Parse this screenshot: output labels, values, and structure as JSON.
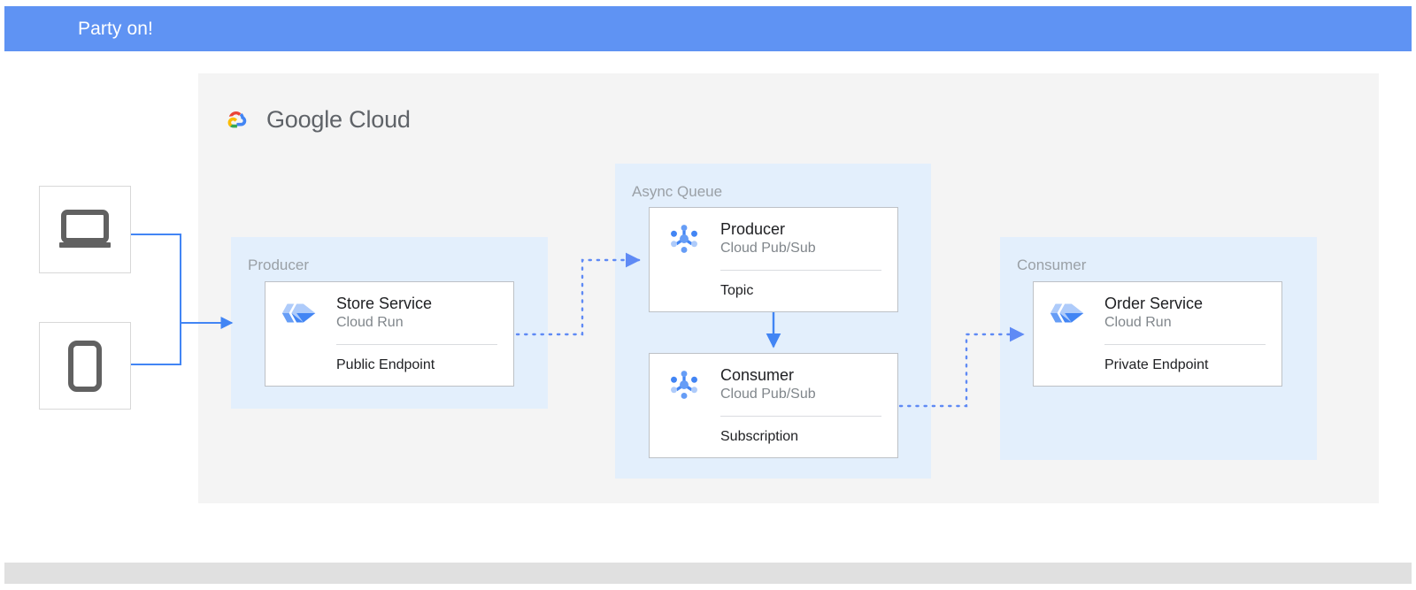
{
  "header": {
    "title": "Party on!",
    "bar_color": "#5f93f3"
  },
  "footer": {
    "bar_color": "#e0e0e0"
  },
  "platform": {
    "panel_label": "Google Cloud",
    "panel_color": "#f4f4f4",
    "logo_colors": {
      "red": "#ea4335",
      "yellow": "#fbbc04",
      "green": "#34a853",
      "blue": "#4285f4"
    }
  },
  "groups": [
    {
      "id": "producer",
      "label": "Producer",
      "color": "#e3effc"
    },
    {
      "id": "async-queue",
      "label": "Async Queue",
      "color": "#e3effc"
    },
    {
      "id": "consumer",
      "label": "Consumer",
      "color": "#e3effc"
    }
  ],
  "clients": [
    {
      "id": "laptop",
      "icon": "laptop-icon"
    },
    {
      "id": "mobile",
      "icon": "mobile-phone-icon"
    }
  ],
  "cards": {
    "store_service": {
      "title": "Store Service",
      "subtitle": "Cloud Run",
      "footer": "Public Endpoint",
      "icon": "cloud-run-icon"
    },
    "pubsub_producer": {
      "title": "Producer",
      "subtitle": "Cloud Pub/Sub",
      "footer": "Topic",
      "icon": "cloud-pubsub-icon"
    },
    "pubsub_consumer": {
      "title": "Consumer",
      "subtitle": "Cloud Pub/Sub",
      "footer": "Subscription",
      "icon": "cloud-pubsub-icon"
    },
    "order_service": {
      "title": "Order Service",
      "subtitle": "Cloud Run",
      "footer": "Private Endpoint",
      "icon": "cloud-run-icon"
    }
  },
  "connectors": {
    "solid_color": "#4285f4",
    "dotted_color": "#5f8af5",
    "items": [
      {
        "id": "clients-to-store",
        "style": "solid",
        "from": "clients",
        "to": "store-service"
      },
      {
        "id": "store-to-pubsub-producer",
        "style": "dotted",
        "from": "store-service",
        "to": "pubsub-producer"
      },
      {
        "id": "pubsub-producer-to-consumer",
        "style": "solid",
        "from": "pubsub-producer",
        "to": "pubsub-consumer"
      },
      {
        "id": "pubsub-consumer-to-order",
        "style": "dotted",
        "from": "pubsub-consumer",
        "to": "order-service"
      }
    ]
  }
}
